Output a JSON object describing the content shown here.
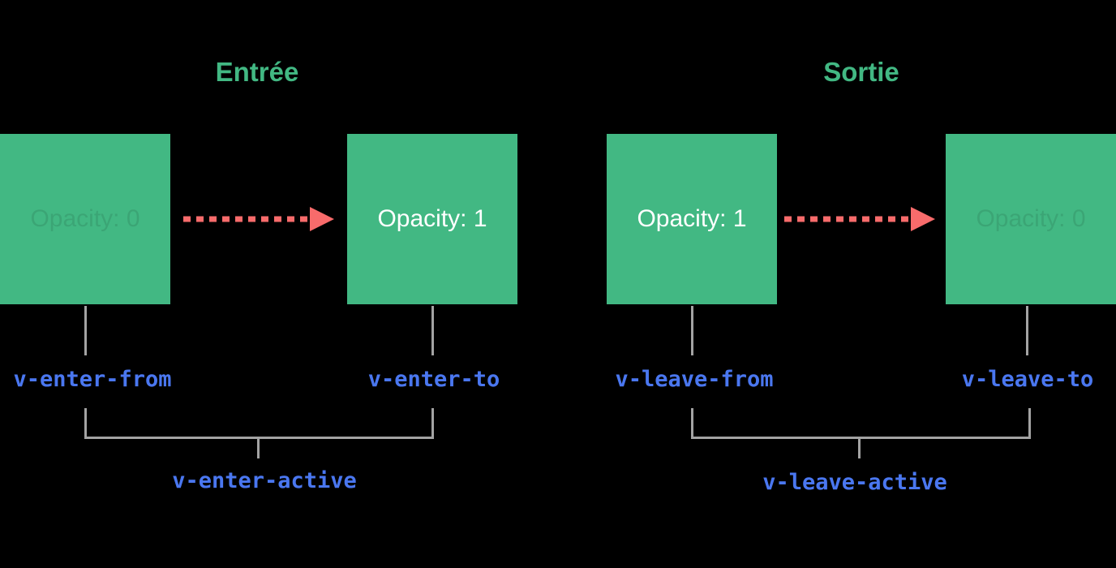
{
  "diagram": {
    "description": "Vue transition classes lifecycle diagram",
    "sections": {
      "enter": {
        "title": "Entrée",
        "boxes": [
          {
            "label": "Opacity: 0",
            "faded": true
          },
          {
            "label": "Opacity: 1",
            "faded": false
          }
        ],
        "class_labels": {
          "from": "v-enter-from",
          "to": "v-enter-to",
          "active": "v-enter-active"
        }
      },
      "leave": {
        "title": "Sortie",
        "boxes": [
          {
            "label": "Opacity: 1",
            "faded": false
          },
          {
            "label": "Opacity: 0",
            "faded": true
          }
        ],
        "class_labels": {
          "from": "v-leave-from",
          "to": "v-leave-to",
          "active": "v-leave-active"
        }
      }
    },
    "icons": {
      "arrow": "dashed-right-arrow"
    },
    "colors": {
      "background": "#000000",
      "box_green": "#42b883",
      "title_green": "#42b883",
      "arrow_red": "#f86b6b",
      "label_blue": "#4a77f0",
      "line_gray": "#a3a3a3",
      "box_text_white": "#ffffff",
      "box_text_faded": "rgba(0,0,0,0.10)"
    }
  }
}
